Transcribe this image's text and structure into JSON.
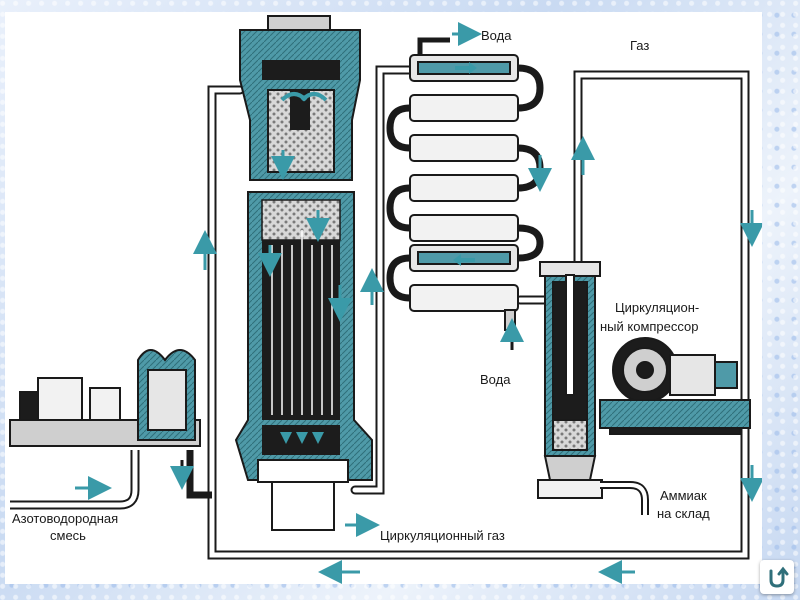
{
  "labels": {
    "water_out": "Вода",
    "water_in": "Вода",
    "gas": "Газ",
    "compressor_line1": "Циркуляцион-",
    "compressor_line2": "ный компрессор",
    "ammonia_line1": "Аммиак",
    "ammonia_line2": "на склад",
    "mixture_line1": "Азотоводородная",
    "mixture_line2": "смесь",
    "circulation_gas": "Циркуляционный газ"
  },
  "colors": {
    "pipe_stroke": "#1a1a1a",
    "metal_fill": "#4f9aa8",
    "arrow": "#3a9aa8",
    "interior": "#1c1c1c",
    "catalyst": "#cfcfcf"
  },
  "nav": {
    "icon": "return-arrow-icon",
    "glyph": "↺"
  }
}
